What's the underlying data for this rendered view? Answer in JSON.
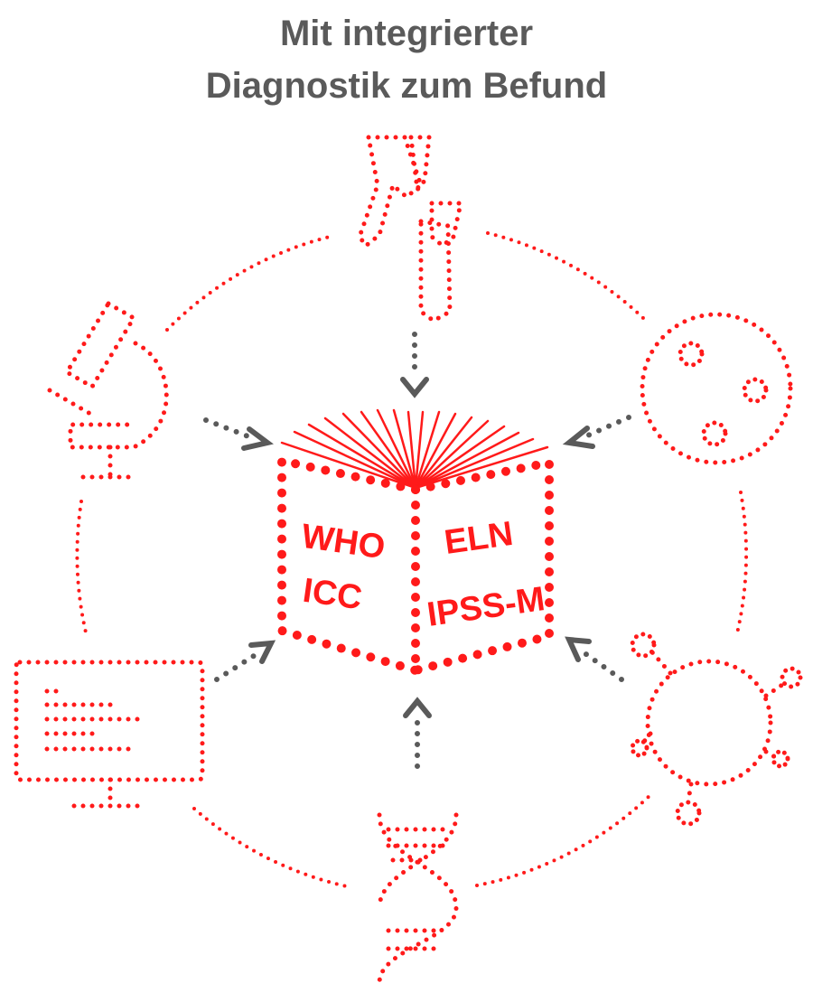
{
  "title": {
    "line1": "Mit integrierter",
    "line2": "Diagnostik zum Befund"
  },
  "book": {
    "left_top": "WHO",
    "left_bottom": "ICC",
    "right_top": "ELN",
    "right_bottom": "IPSS-M"
  },
  "colors": {
    "accent": "#ff1a1a",
    "arrow": "#5a5a5a",
    "title": "#5a5a5a"
  },
  "icons": [
    "chromosome-icon",
    "microscope-icon",
    "cell-icon",
    "monitor-icon",
    "virus-icon",
    "dna-icon"
  ]
}
